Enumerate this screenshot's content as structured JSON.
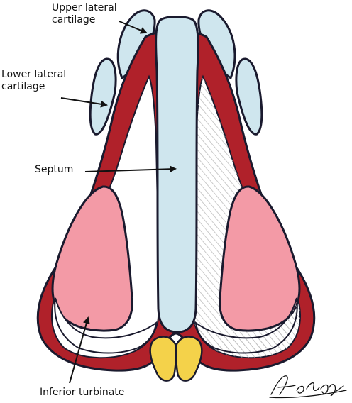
{
  "labels": {
    "upper_lateral_cartilage": [
      "Upper lateral",
      "cartilage"
    ],
    "lower_lateral_cartilage": [
      "Lower lateral",
      "cartilage"
    ],
    "septum": "Septum",
    "inferior_turbinate": "Inferior turbinate"
  },
  "signature": "A.Solyar",
  "colors": {
    "mucosa": "#b0212a",
    "cartilage": "#cfe6ee",
    "turbinate": "#f39aa6",
    "premaxilla": "#f4d24a",
    "outline": "#1a1a2e",
    "hatch": "#bdbdbd"
  }
}
